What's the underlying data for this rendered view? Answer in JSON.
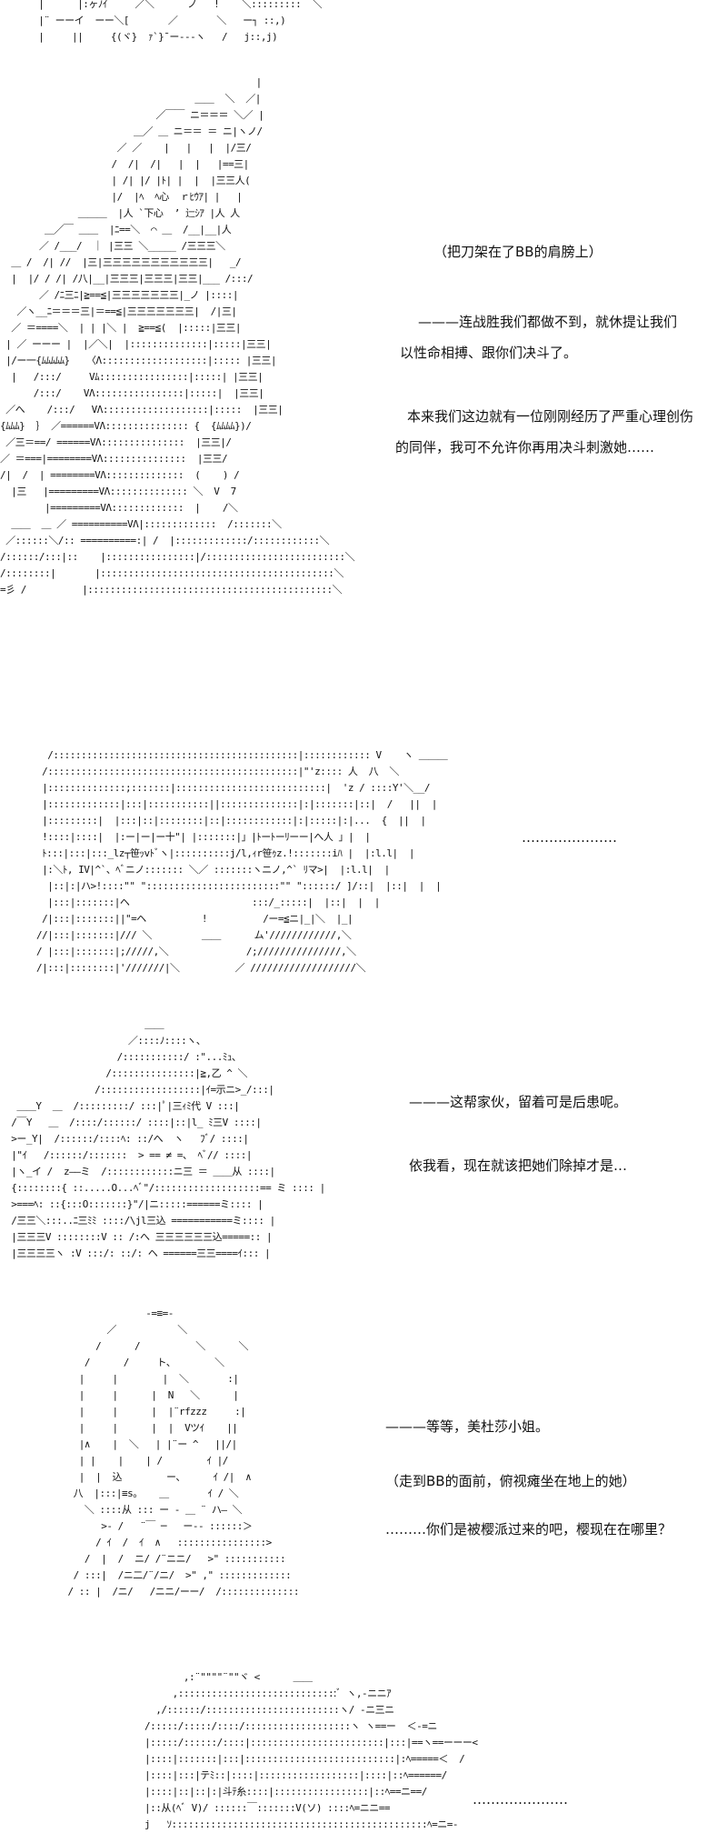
{
  "panels": [
    {
      "art": [
        "  |      |:ヶﾉｲ     ／＼      ノ   !    ＼:::::::::  ＼",
        "  |¨ ーーイ  ーー＼[       ／       ＼   ー┐ ::,)",
        "  |     ||     {(ヾ}  ｧ`}¯ー---ヽ   /   j::,j)"
      ]
    },
    {
      "art": [
        "                                              |",
        "                                   ＿＿  ＼  ／|",
        "                            ／￣￣ ニ＝＝＝ ＼／ |",
        "                        ＿／ ＿ ニ＝＝ ＝ ニ|ヽノ/",
        "                     ／ ／    |   |   |  |/三/",
        "                    /  /|  /|   |  |   |==三|",
        "                    | /| |/ |ﾄ| |  |  |三三人(",
        "                    |/  |ﾍ  ﾍ心  ｒﾋｳｱ| |   |",
        "              ＿＿＿  |人 `下心  ’ 辷ｼｱ |人 人",
        "        ＿／￣ ＿＿  |ﾆ==＼  ⌒ ＿  /__|__|人",
        "       ／ /___/  ｜ |三三 ＼_____ /三三三＼",
        "  ＿ /  /| //  |三|三三三三三三三三三三三|   _/",
        "  |  |/ / /| /八|__|三三三|三三三|三三|___ /:::/",
        "       ／ /ﾆ三ﾆ|≧==≦|三三三三三三三|_ノ |::::|",
        "   ／ヽ__ﾆ＝＝＝三|＝==≦|三三三三三三三|  /|三|",
        "  ／ ＝====＼  | | |＼ |  ≧==≦(  |:::::|三三|",
        " | ／ ーーー |  |／＼|  |::::::::::::::|:::::|三三|",
        " |/ー一{ﾑﾑﾑﾑﾑ}   〈Λ:::::::::::::::::::|::::: |三三|",
        "  |   /:::/     Vﾑ::::::::::::::::|:::::| |三三|",
        "      /:::/    VΛ::::::::::::::::|:::::|  |三三|",
        " ／へ    /:::/   VΛ:::::::::::::::::::|:::::  |三三|",
        "{ﾑﾑﾑ}  ｝ ／======VΛ::::::::::::::: {  {ﾑﾑﾑﾑ})/",
        " ／三＝==/ ======VΛ:::::::::::::::  |三三|/",
        "／ ＝===|========VΛ:::::::::::::::  |三三/",
        "/|  /  | ========VΛ::::::::::::::  (    ) /",
        "  |三   |=========VΛ:::::::::::::: ＼  V  7",
        "        |=========VΛ:::::::::::::  |    /＼",
        "  ＿＿  ＿ ／ ==========VΛ|:::::::::::::  /:::::::＼",
        " ／::::::＼/:: ==========:| /  |:::::::::::::/::::::::::::＼",
        "/::::::/:::|::    |::::::::::::::::|/:::::::::::::::::::::::::＼",
        "/::::::::|       |::::::::::::::::::::::::::::::::::::::::::＼",
        "=彡 /          |::::::::::::::::::::::::::::::::::::::::::::＼"
      ]
    },
    {
      "art": [
        "  /::::::::::::::::::::::::::::::::::::::::::::|:::::::::::: V    ヽ ＿＿＿",
        " /:::::::::::::::::::::::::::::::::::::::::::::|\"'z:::: 人  八  ＼",
        " |::::::::::::::;:::::::|:::::::::::::::::::::::::::|  'z / ::::Y'＼__/",
        " |:::::::::::::|:::|:::::::::::||::::::::::::::|:|:::::::|::|  /   ||  |",
        " |:::::::::|  |:::|::|::::::::|::|::::::::::::|:|:::::|:|...  {  ||  |",
        " !::::|::::|  |:ー|ー|ー十\"| |:::::::|」|ﾄーﾄーﾘーー|へ人 」|  |",
        " ﾄ:::|:::|:::_lz┬笹ｯvﾄﾞヽ|::::::::::j/l,ｨr笹ｩz.!:::::::iﾊ |  |:l.l|  |",
        " |:＼ﾄ, IV|^`、ﾍﾞニノ::::::: ＼／ :::::::ヽニノ,^` ﾘマ>|  |:l.l|  |",
        "  |::|:|ハ>!::::\"\" \"::::::::::::::::::::::::\"\" \"::::::/ ]/::|  |::|  |  |",
        "  |:::|:::::::|ヘ                      :::/_:::::|  |::|  |  |",
        " /|:::|:::::::||\"=ヘ          !          /ー=≦ニ|_|＼  |_|",
        "//|:::|:::::::|/// ＼         ＿＿      ム'////////////,＼",
        "/ |:::|:::::::|;/////,＼              /;///////////////,＼",
        "/|:::|::::::::|'///////|＼          ／ ///////////////////＼"
      ]
    },
    {
      "art": [
        "                          ＿＿",
        "                       ／::::ﾉ::::ヽ、",
        "                     /:::::::::::/ :\"...ﾐｭ、",
        "                   /:::::::::::::::|≧,乙 ^ ＼",
        "                 /::::::::::::::::::|ｲ=示ニ>_/:::|",
        "   ＿＿Y  ＿  /:::::::::/ :::|ﾟ|三ｨﾐ代 V :::|",
        "  /￣Y   ＿  /::::/::::::/ ::::|::|l_ ﾐ三V ::::|",
        "  >ー_Y|  /::::::/::::ﾍ: ::/へ  ヽ   ﾌﾞ/ ::::|",
        "  |\"ｲ   /::::::/:::::::  > == ≠ =、 ﾍﾞ// ::::|",
        "  |ヽ_イ /  z――ミ  /::::::::::::ニ三 ＝ ＿＿从 ::::|",
        "  {::::::::{ ::.....O...ﾍﾞ\"/:::::::::::::::::::== ミ :::: |",
        "  >===ﾍ: ::{:::O:::::::}\"/|ニ:::::======ミ:::: |",
        "  /三三＼:::..ﾆ三ﾐﾐ ::::/\\jl三込 ===========ミ:::: |",
        "  |三三三V ::::::::V :: /:へ 三三三三三三込=====:: |",
        "  |三三三三ヽ :V :::/: ::/: ヘ ======三三====ｲ::: |"
      ]
    },
    {
      "art": [
        "                  -=≡=-",
        "           ／           ＼",
        "         /      /          ＼      ＼",
        "       /      /     ト、       ＼",
        "      |     |        |  ＼       :|",
        "      |     |      |  N   ＼      |",
        "      |     |      |  |¨rfzzz     :|",
        "      |     |      |  |  Vツｲ    ||",
        "      |∧    |  ＼   | |¨ー ^   ||/|",
        "      | |    |    | /        ｲ |/",
        "      |  |  込        ー、     ｲ /|  ∧",
        "     八  |:::|≡s。   ＿       ｲ / ＼",
        "       ＼ ::::从 ::: ー - ＿ ¨ ハ― ＼",
        "          >- /   ¨￣ ─   ー-- ::::::＞",
        "         / ｲ  /  ｲ  ∧   ::::::::::::::::>",
        "       /  |  /  ニ/ /¨ニニ/   >\" :::::::::::",
        "     / :::|  /ニ二/¨/ニ/  >\" ,\" :::::::::::::",
        "    / :: |  /ニ/   /ニニ/ーー/  /::::::::::::::"
      ]
    },
    {
      "art": [
        "               ,:¨\"\"\"\"¨\"\"ヾ <      ＿＿",
        "             ,:::::::::::::::::::::::::::::ﾞ ヽ,-ニニｱ",
        "          ,/::::::/::::::::::::::::::::::::ヽ/ -ニ三ニ",
        "        /:::::/:::::/::::/:::::::::::::::::::ヽ ヽ==ー  ＜-=ニ",
        "        |:::::/::::::/::::|::::::::::::::::::::::::|:::|==ヽ==ーーー<",
        "        |::::|:::::::|:::|:::::::::::::::::::::::::::|:ﾍ=====＜  /",
        "        |::::|:::|テﾐ::|::::|::::::::::::::::::|::::|::ﾍ======/",
        "        |::::|::|::|:|斗ﾃ糸::::|:::::::::::::::::|::ﾍ==ニ==/",
        "        |::从(ﾍﾞ V)/ ::::::￣:::::::V(ソ) ::::ﾍ=ニニ==",
        "        j   ｿ::::::::::::::::::::::::::::::::::::::::::::::ﾍ=ニ=-"
      ]
    }
  ],
  "texts": {
    "p1_action": "（把刀架在了BB的肩膀上）",
    "p1_line1": "———连战胜我们都做不到，就休提让我们",
    "p1_line2": "以性命相搏、跟你们决斗了。",
    "p1_line3": "本来我们这边就有一位刚刚经历了严重心理创伤",
    "p1_line4": "的同伴，我可不允许你再用决斗刺激她……",
    "p2_ellipsis": "…………………",
    "p3_line1": "———这帮家伙，留着可是后患呢。",
    "p3_line2": "依我看，现在就该把她们除掉才是…",
    "p4_line1": "———等等，美杜莎小姐。",
    "p4_action": "（走到BB的面前，俯视瘫坐在地上的她）",
    "p4_line2": "………你们是被樱派过来的吧，樱现在在哪里？",
    "p5_ellipsis": "…………………"
  }
}
